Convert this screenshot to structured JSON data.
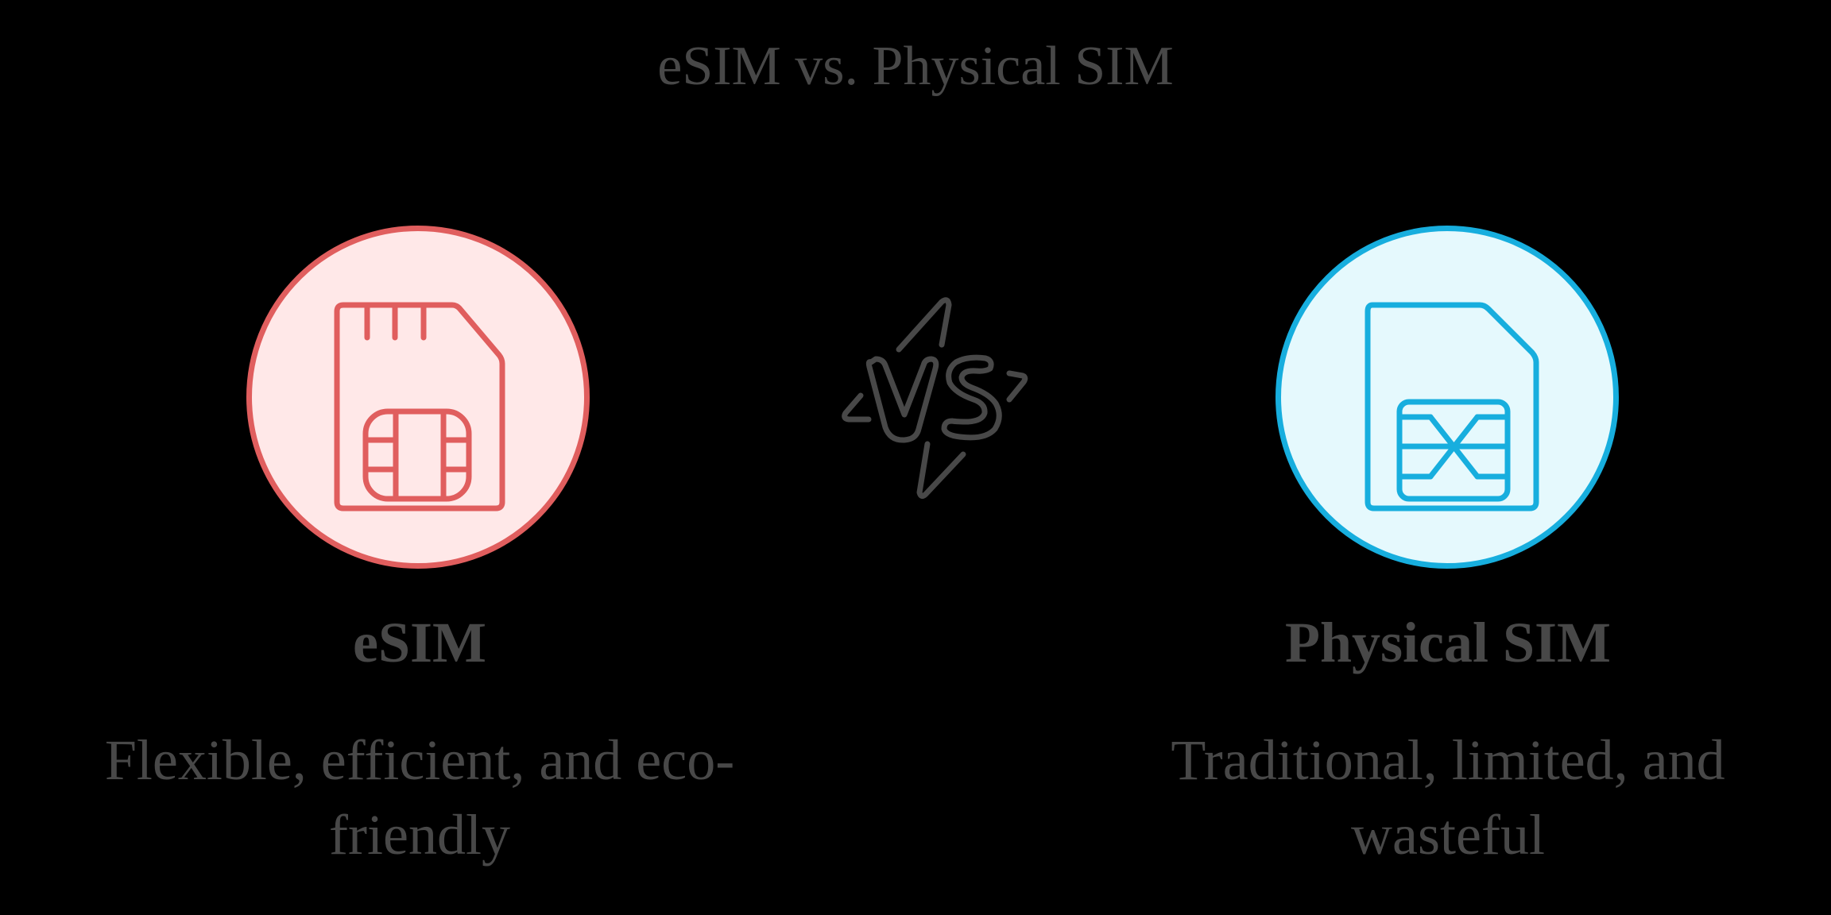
{
  "title": "eSIM vs. Physical SIM",
  "colors": {
    "background": "#000000",
    "text": "#484848",
    "esim_stroke": "#E05E5E",
    "esim_fill": "#FFE8E8",
    "physical_stroke": "#17AEDE",
    "physical_fill": "#E5F9FD",
    "vs_stroke": "#484848"
  },
  "left": {
    "icon": "esim-card-icon",
    "label": "eSIM",
    "description": "Flexible, efficient, and eco-friendly"
  },
  "center": {
    "icon": "versus-icon"
  },
  "right": {
    "icon": "physical-sim-card-icon",
    "label": "Physical SIM",
    "description": "Traditional, limited, and wasteful"
  }
}
